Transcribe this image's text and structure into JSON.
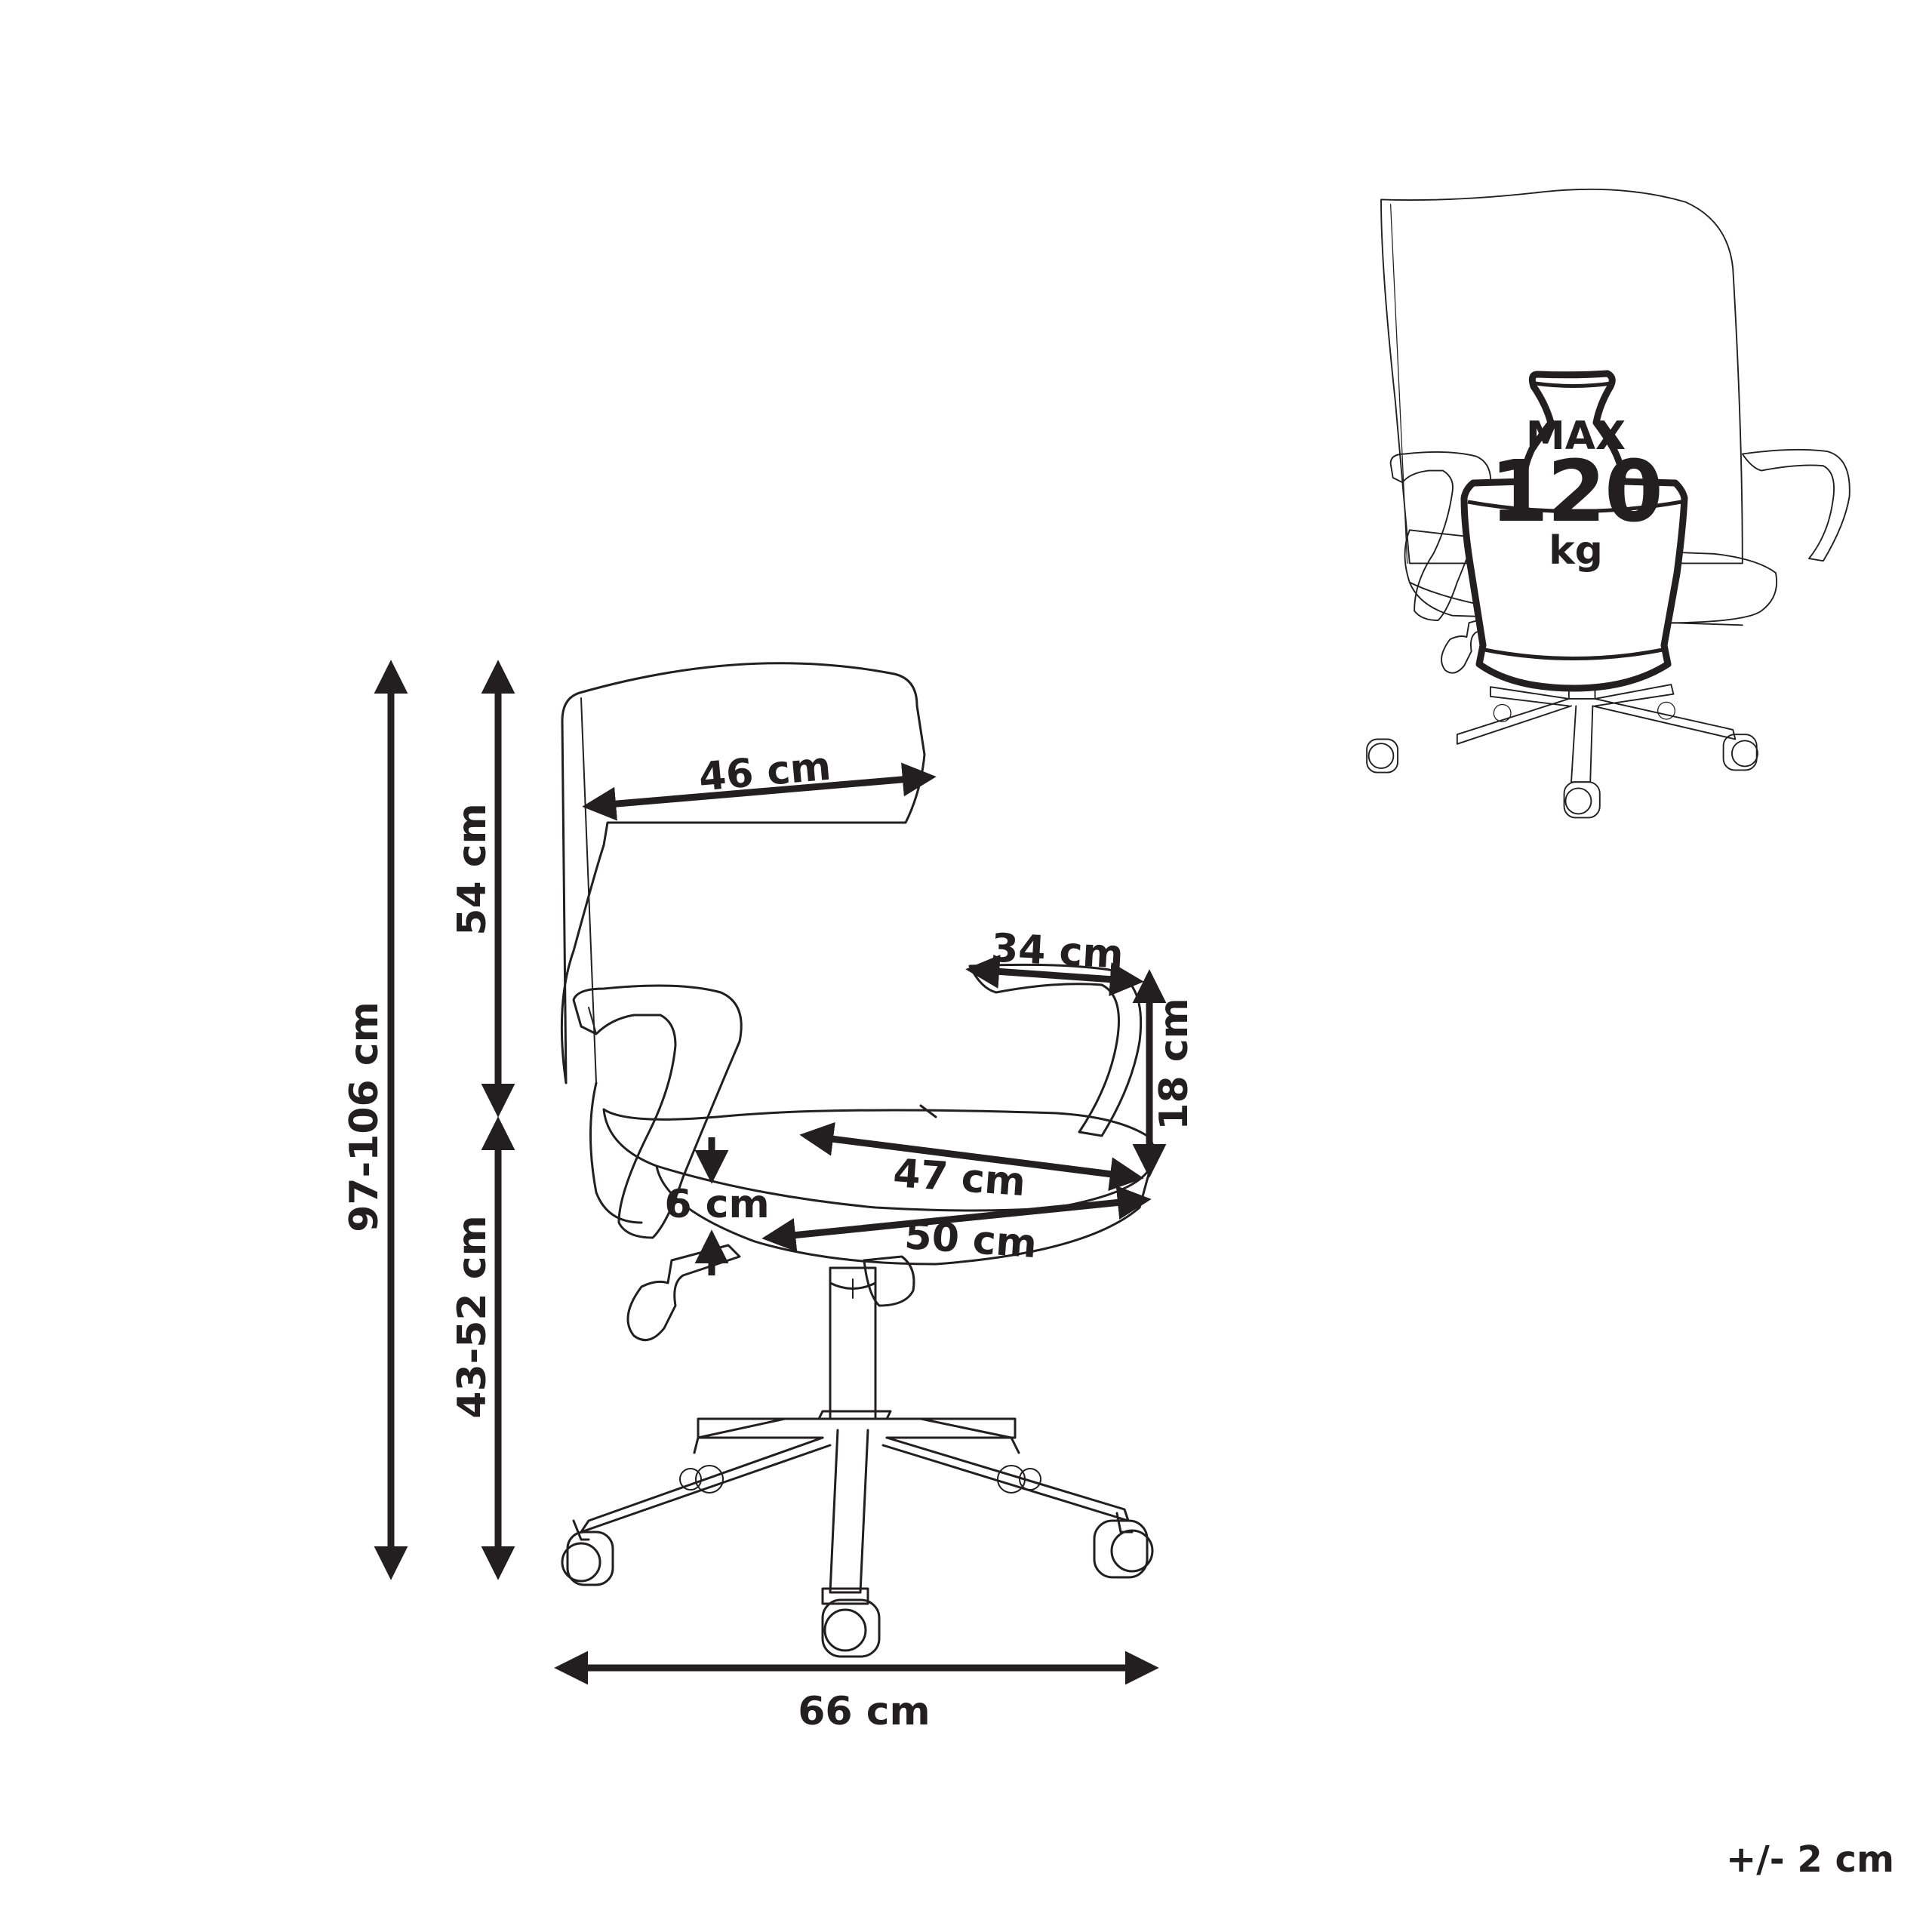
{
  "dimensions": {
    "backrest_width": "46 cm",
    "backrest_height": "54 cm",
    "total_height": "97-106 cm",
    "seat_height": "43-52 cm",
    "armrest_length": "34 cm",
    "armrest_height": "18 cm",
    "seat_depth": "47 cm",
    "seat_thickness": "6 cm",
    "seat_width": "50 cm",
    "base_width": "66 cm"
  },
  "max_load": {
    "top": "MAX",
    "value": "120",
    "unit": "kg"
  },
  "tolerance": "+/- 2 cm"
}
